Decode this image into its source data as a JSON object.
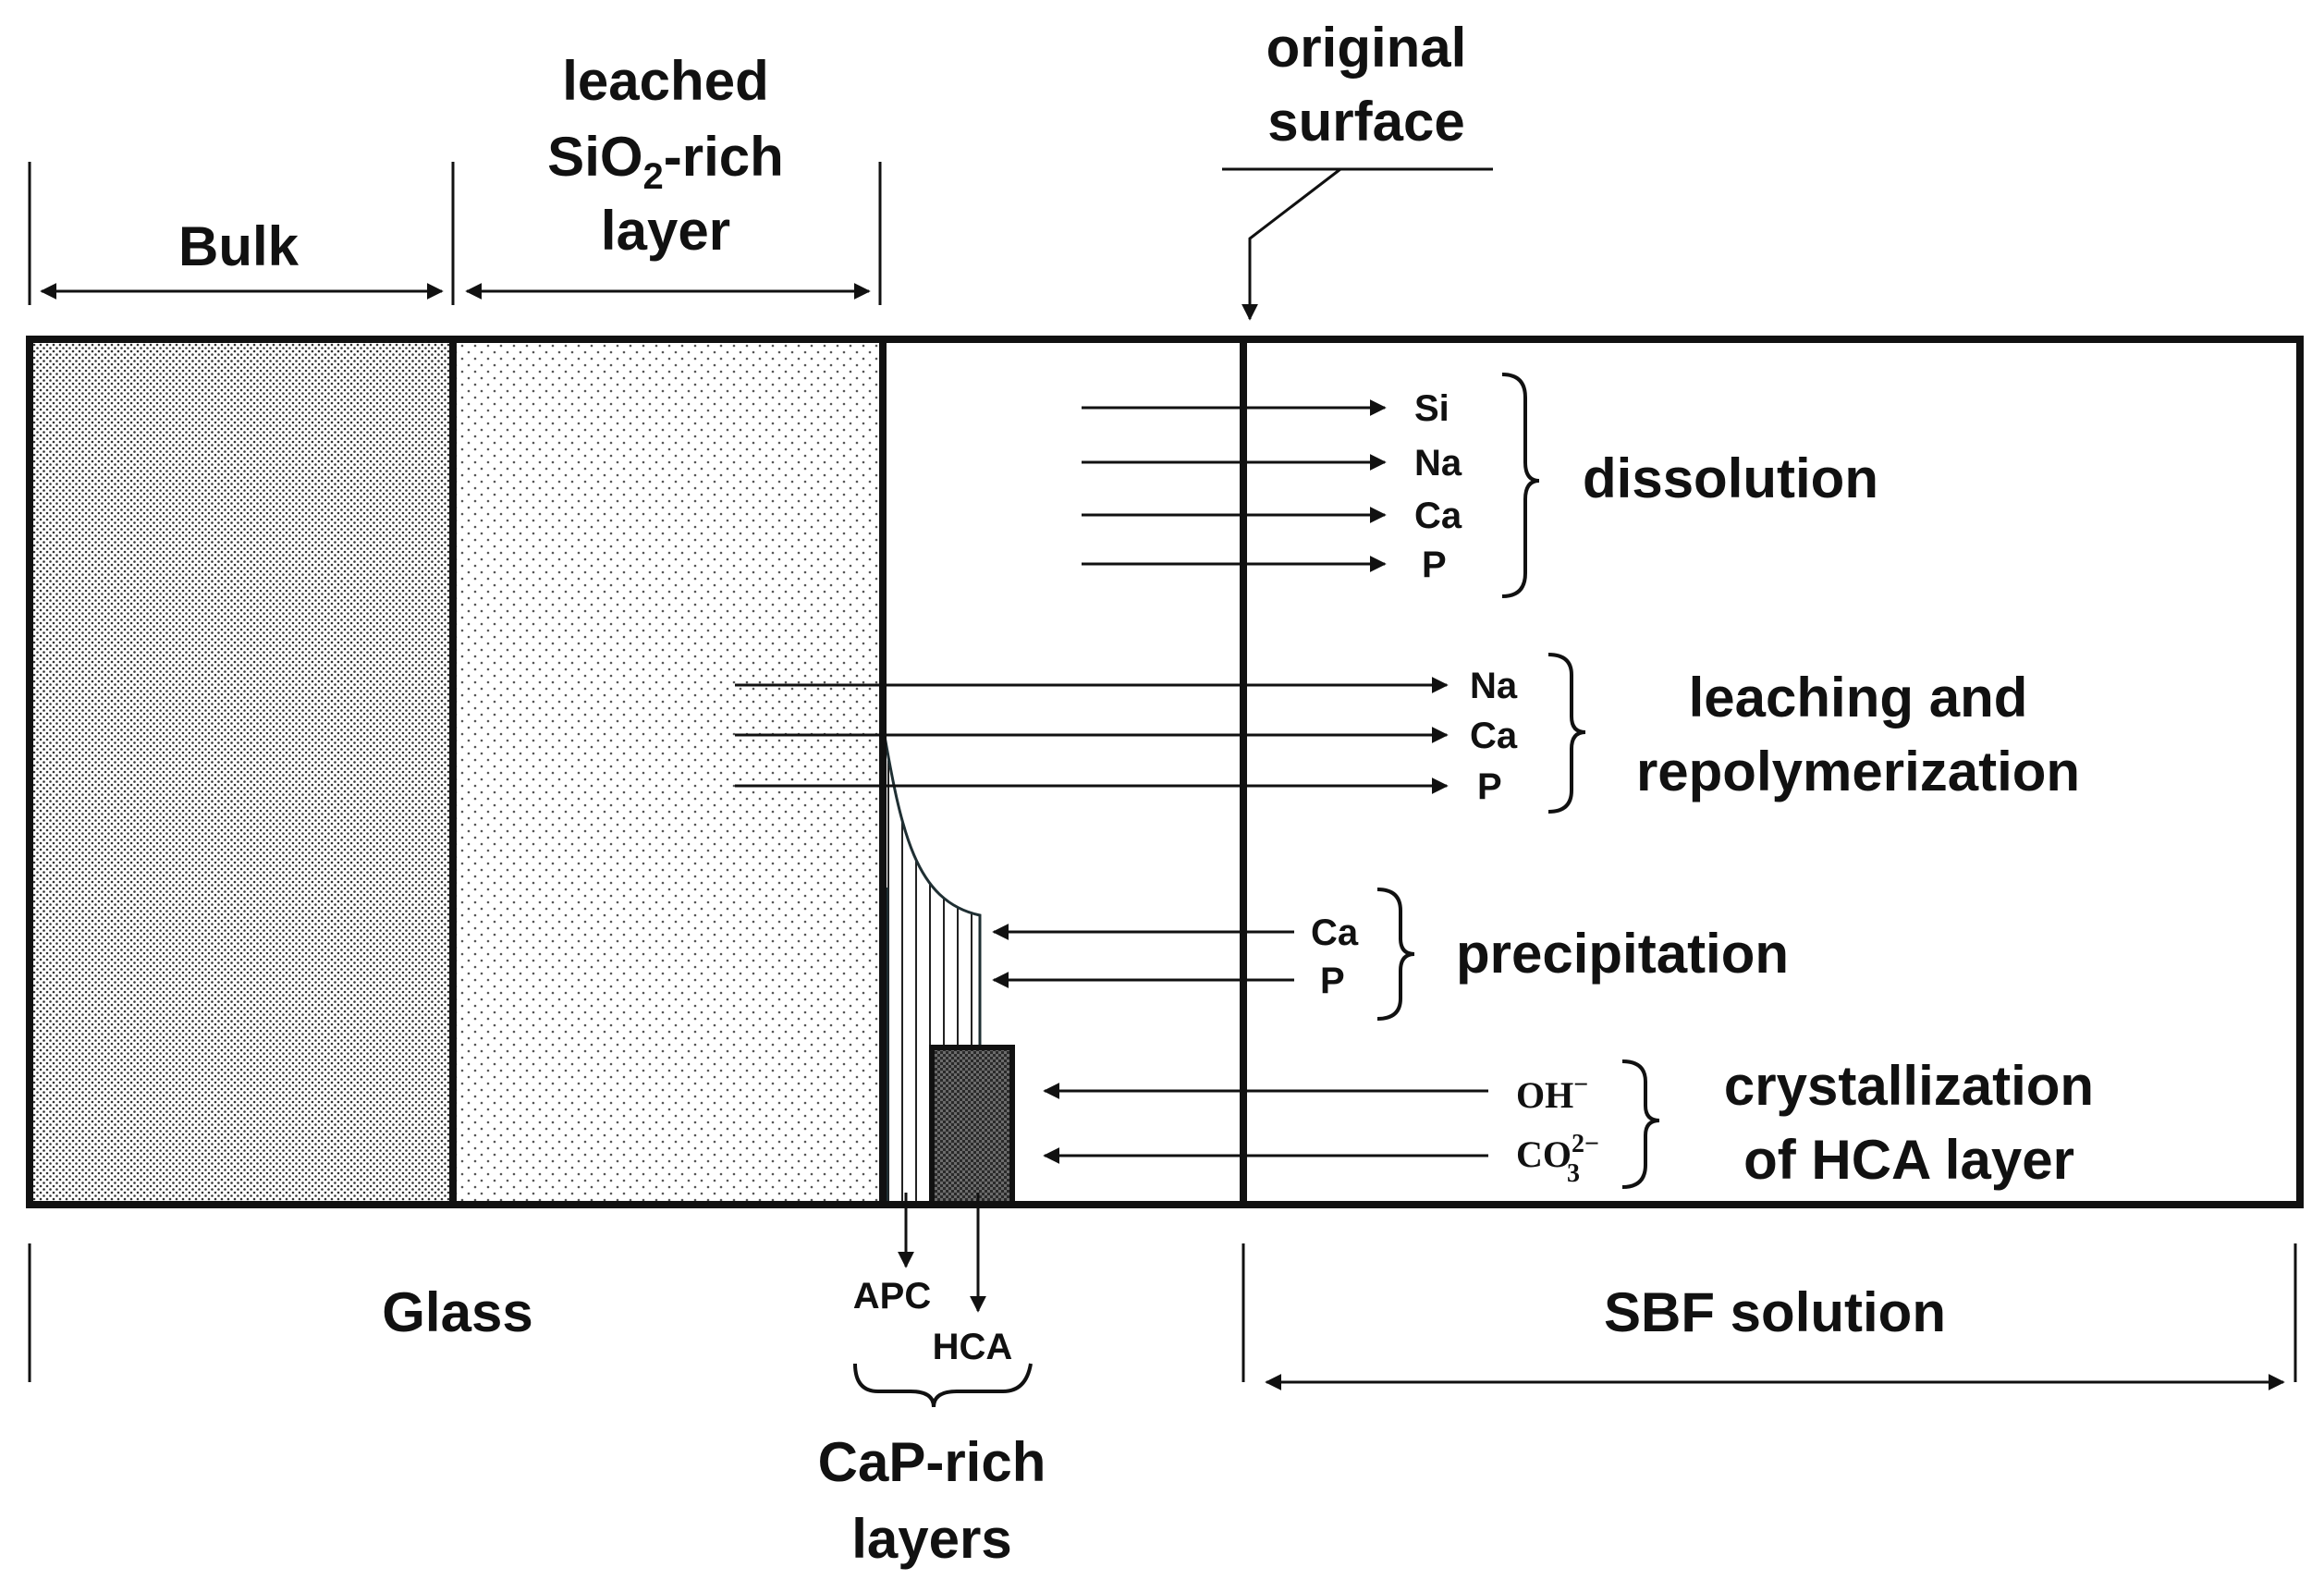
{
  "header": {
    "bulk": "Bulk",
    "leached_l1": "leached",
    "leached_l2a": "SiO",
    "leached_l2sub": "2",
    "leached_l2b": "-rich",
    "leached_l3": "layer",
    "original_l1": "original",
    "original_l2": "surface"
  },
  "dissolution": {
    "ions": [
      "Si",
      "Na",
      "Ca",
      "P"
    ],
    "label": "dissolution"
  },
  "leaching": {
    "ions": [
      "Na",
      "Ca",
      "P"
    ],
    "label_l1": "leaching and",
    "label_l2": "repolymerization"
  },
  "precipitation": {
    "ions": [
      "Ca",
      "P"
    ],
    "label": "precipitation"
  },
  "crystallization": {
    "oh_base": "OH",
    "oh_sup": "−",
    "co3_base": "CO",
    "co3_sub": "3",
    "co3_sup": "2−",
    "label_l1": "crystallization",
    "label_l2": "of HCA layer"
  },
  "footer": {
    "glass": "Glass",
    "sbf": "SBF solution",
    "apc": "APC",
    "hca": "HCA",
    "caprich_l1": "CaP-rich",
    "caprich_l2": "layers"
  },
  "colors": {
    "ink": "#111111",
    "bulk_dots": "#333333",
    "layer_dots": "#555555",
    "hca_fill": "#6b6b6b",
    "background": "#ffffff"
  }
}
